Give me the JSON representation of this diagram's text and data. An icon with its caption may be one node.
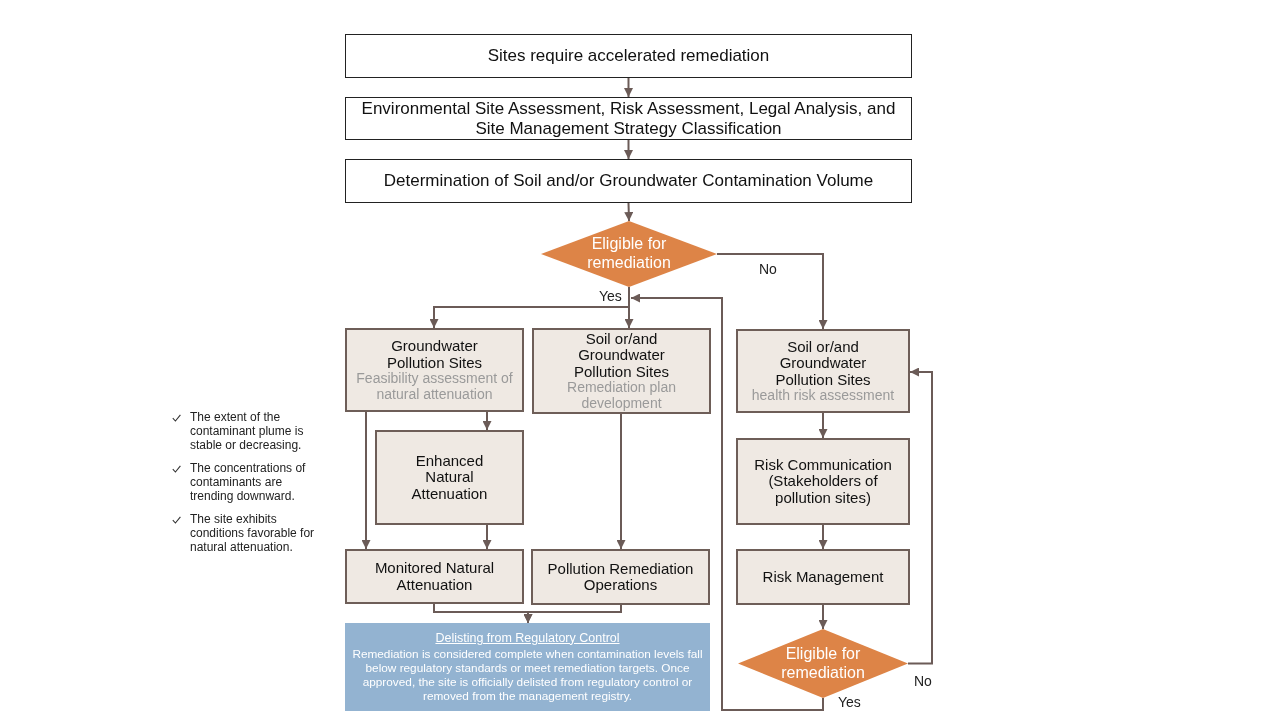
{
  "diagram": {
    "nodes": [
      {
        "text": [
          "Sites require accelerated remediation"
        ]
      },
      {
        "text": [
          "Environmental Site Assessment, Risk Assessment, Legal Analysis, and Site Management Strategy Classification"
        ]
      },
      {
        "text": [
          "Determination of Soil and/or Groundwater Contamination Volume"
        ]
      },
      {
        "text": [
          "Eligible for remediation"
        ]
      },
      {
        "text": [
          "Groundwater Pollution Sites",
          "Feasibility assessment of natural attenuation"
        ]
      },
      {
        "text": [
          "Soil or/and Groundwater Pollution Sites",
          "Remediation plan development"
        ]
      },
      {
        "text": [
          "Soil or/and Groundwater Pollution Sites",
          "health risk assessment"
        ]
      },
      {
        "text": [
          "Enhanced Natural Attenuation"
        ]
      },
      {
        "text": [
          "Monitored Natural Attenuation"
        ]
      },
      {
        "text": [
          "Pollution Remediation Operations"
        ]
      },
      {
        "text": [
          "Delisting from Regulatory Control",
          "Remediation is considered complete when contamination levels fall below regulatory standards or meet remediation targets. Once approved, the site is officially delisted from regulatory control or removed from the management registry."
        ]
      },
      {
        "text": [
          "Risk Communication (Stakeholders of pollution sites)"
        ]
      },
      {
        "text": [
          "Risk Management"
        ]
      },
      {
        "text": [
          "Eligible for remediation"
        ]
      }
    ],
    "edges": [
      {
        "from": 0,
        "to": 1,
        "arrow": "to"
      },
      {
        "from": 1,
        "to": 2,
        "arrow": "to"
      },
      {
        "from": 2,
        "to": 3,
        "arrow": "to"
      },
      {
        "from": 3,
        "to": 4,
        "arrow": "to"
      },
      {
        "from": 3,
        "to": 5,
        "arrow": "to",
        "label": "Yes"
      },
      {
        "from": 3,
        "to": 6,
        "arrow": "to",
        "label": "No"
      },
      {
        "from": 4,
        "to": 7,
        "arrow": "to"
      },
      {
        "from": 4,
        "to": 8,
        "arrow": "to"
      },
      {
        "from": 7,
        "to": 8,
        "arrow": "to"
      },
      {
        "from": 5,
        "to": 9,
        "arrow": "to"
      },
      {
        "from": 8,
        "to": 10,
        "arrow": "to"
      },
      {
        "from": 9,
        "to": 10,
        "arrow": "to"
      },
      {
        "from": 6,
        "to": 11,
        "arrow": "to"
      },
      {
        "from": 11,
        "to": 12,
        "arrow": "to"
      },
      {
        "from": 12,
        "to": 13,
        "arrow": "to"
      },
      {
        "from": 13,
        "to": 6,
        "arrow": "to",
        "label": "No"
      },
      {
        "from": 13,
        "to": 4,
        "arrow": "to",
        "label": "Yes"
      },
      {
        "from": 13,
        "to": 5,
        "arrow": "to"
      }
    ],
    "labels": [
      "The extent of the contaminant plume is stable or decreasing.",
      "The concentrations of contaminants are trending downward.",
      "The site exhibits conditions favorable for natural attenuation."
    ]
  }
}
